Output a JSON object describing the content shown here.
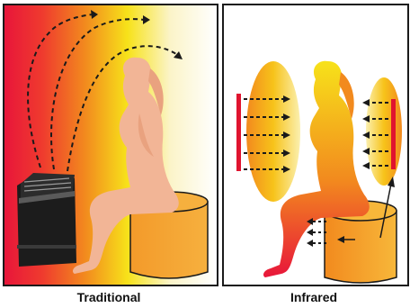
{
  "panels": [
    {
      "caption": "Traditional"
    },
    {
      "caption": "Infrared"
    }
  ],
  "colors": {
    "heat_red": "#e8163a",
    "heat_orange": "#f28a1e",
    "heat_yellow": "#f7e21a",
    "skin": "#f2b596",
    "stool": "#f39a2a",
    "heater": "#1c1c1c",
    "panel_red": "#e0142f",
    "outline": "#1a1a1a"
  },
  "icons": [
    "sauna-heater",
    "sitting-woman",
    "stool",
    "heat-arrow",
    "infrared-panel"
  ]
}
